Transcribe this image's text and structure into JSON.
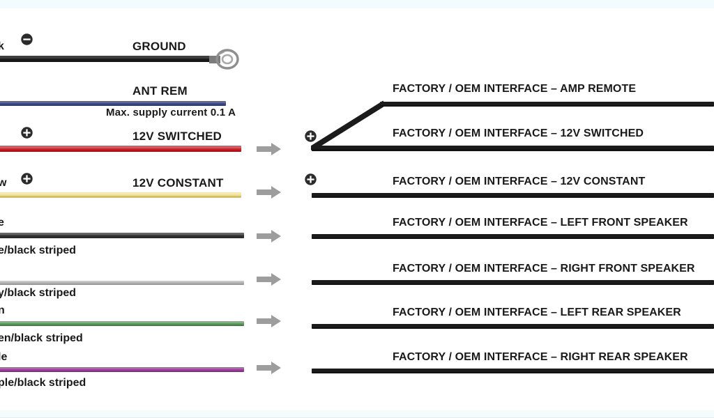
{
  "diagram": {
    "title": "Car stereo wiring harness pinout diagram",
    "background": "#ffffff"
  },
  "legend": {
    "note": "Max. supply current 0.1 A"
  },
  "harness_rows": [
    {
      "id": "ground",
      "wire_color_name": "black",
      "wire_color_hex": "#1d1d1d",
      "function_label": "GROUND",
      "polarity": "minus",
      "polarity_glyph": "−",
      "terminal": "ring-terminal",
      "oem_label": "",
      "has_oem_line": false
    },
    {
      "id": "ant-rem",
      "wire_color_name": "blue",
      "wire_color_hex": "#3c4a86",
      "function_label": "ANT REM",
      "polarity": "",
      "polarity_glyph": "",
      "terminal": "",
      "oem_label": "FACTORY / OEM INTERFACE –  AMP REMOTE",
      "has_oem_line": true
    },
    {
      "id": "12v-switched",
      "wire_color_name": "red",
      "wire_color_hex": "#d5202a",
      "function_label": "12V SWITCHED",
      "polarity": "plus",
      "polarity_glyph": "+",
      "terminal": "",
      "oem_label": "FACTORY / OEM INTERFACE – 12V SWITCHED",
      "has_oem_line": true
    },
    {
      "id": "12v-constant",
      "wire_color_name": "yellow",
      "wire_color_hex": "#f2e08a",
      "function_label": "12V CONSTANT",
      "polarity": "plus",
      "polarity_glyph": "+",
      "terminal": "",
      "oem_label": "FACTORY / OEM INTERFACE – 12V CONSTANT",
      "has_oem_line": true
    },
    {
      "id": "left-front-speaker",
      "wire_color_name": "white",
      "wire_color_hex": "#3a3a3a",
      "function_label": "",
      "polarity": "",
      "polarity_glyph": "",
      "terminal": "",
      "oem_label": "FACTORY / OEM INTERFACE – LEFT FRONT SPEAKER",
      "has_oem_line": true
    },
    {
      "id": "left-front-speaker-negative",
      "wire_color_name": "white/black striped",
      "wire_color_hex": "#3a3a3a",
      "function_label": "",
      "polarity": "",
      "polarity_glyph": "",
      "terminal": "",
      "oem_label": "",
      "has_oem_line": false
    },
    {
      "id": "right-front-speaker",
      "wire_color_name": "gray",
      "wire_color_hex": "#b4b4b4",
      "function_label": "",
      "polarity": "",
      "polarity_glyph": "",
      "terminal": "",
      "oem_label": "FACTORY / OEM INTERFACE – RIGHT FRONT SPEAKER",
      "has_oem_line": true
    },
    {
      "id": "right-front-speaker-negative",
      "wire_color_name": "gray/black striped",
      "wire_color_hex": "#b4b4b4",
      "function_label": "",
      "polarity": "",
      "polarity_glyph": "",
      "terminal": "",
      "oem_label": "",
      "has_oem_line": false
    },
    {
      "id": "left-rear-speaker",
      "wire_color_name": "green",
      "wire_color_hex": "#5c9a5c",
      "function_label": "",
      "polarity": "",
      "polarity_glyph": "",
      "terminal": "",
      "oem_label": "FACTORY / OEM INTERFACE – LEFT REAR SPEAKER",
      "has_oem_line": true
    },
    {
      "id": "left-rear-speaker-negative",
      "wire_color_name": "green/black striped",
      "wire_color_hex": "#5c9a5c",
      "function_label": "",
      "polarity": "",
      "polarity_glyph": "",
      "terminal": "",
      "oem_label": "",
      "has_oem_line": false
    },
    {
      "id": "right-rear-speaker",
      "wire_color_name": "purple",
      "wire_color_hex": "#9c3f9c",
      "function_label": "",
      "polarity": "",
      "polarity_glyph": "",
      "terminal": "",
      "oem_label": "FACTORY / OEM INTERFACE – RIGHT REAR SPEAKER",
      "has_oem_line": true
    },
    {
      "id": "right-rear-speaker-negative",
      "wire_color_name": "purple/black striped",
      "wire_color_hex": "#9c3f9c",
      "function_label": "",
      "polarity": "",
      "polarity_glyph": "",
      "terminal": "",
      "oem_label": "",
      "has_oem_line": false
    }
  ],
  "left_column_color_labels": [
    {
      "id": "black-label",
      "text": "k"
    },
    {
      "id": "yellow-label",
      "text": "w"
    },
    {
      "id": "white-label",
      "text": "e"
    },
    {
      "id": "white-black-label",
      "text": "e/black striped"
    },
    {
      "id": "gray-black-label",
      "text": "y/black striped"
    },
    {
      "id": "green-label",
      "text": "n"
    },
    {
      "id": "green-black-label",
      "text": "en/black striped"
    },
    {
      "id": "purple-label",
      "text": "le"
    },
    {
      "id": "purple-black-label",
      "text": "ple/black striped"
    }
  ],
  "connector_arrows": {
    "count": 6,
    "color": "#9d9d9d",
    "direction": "right"
  }
}
